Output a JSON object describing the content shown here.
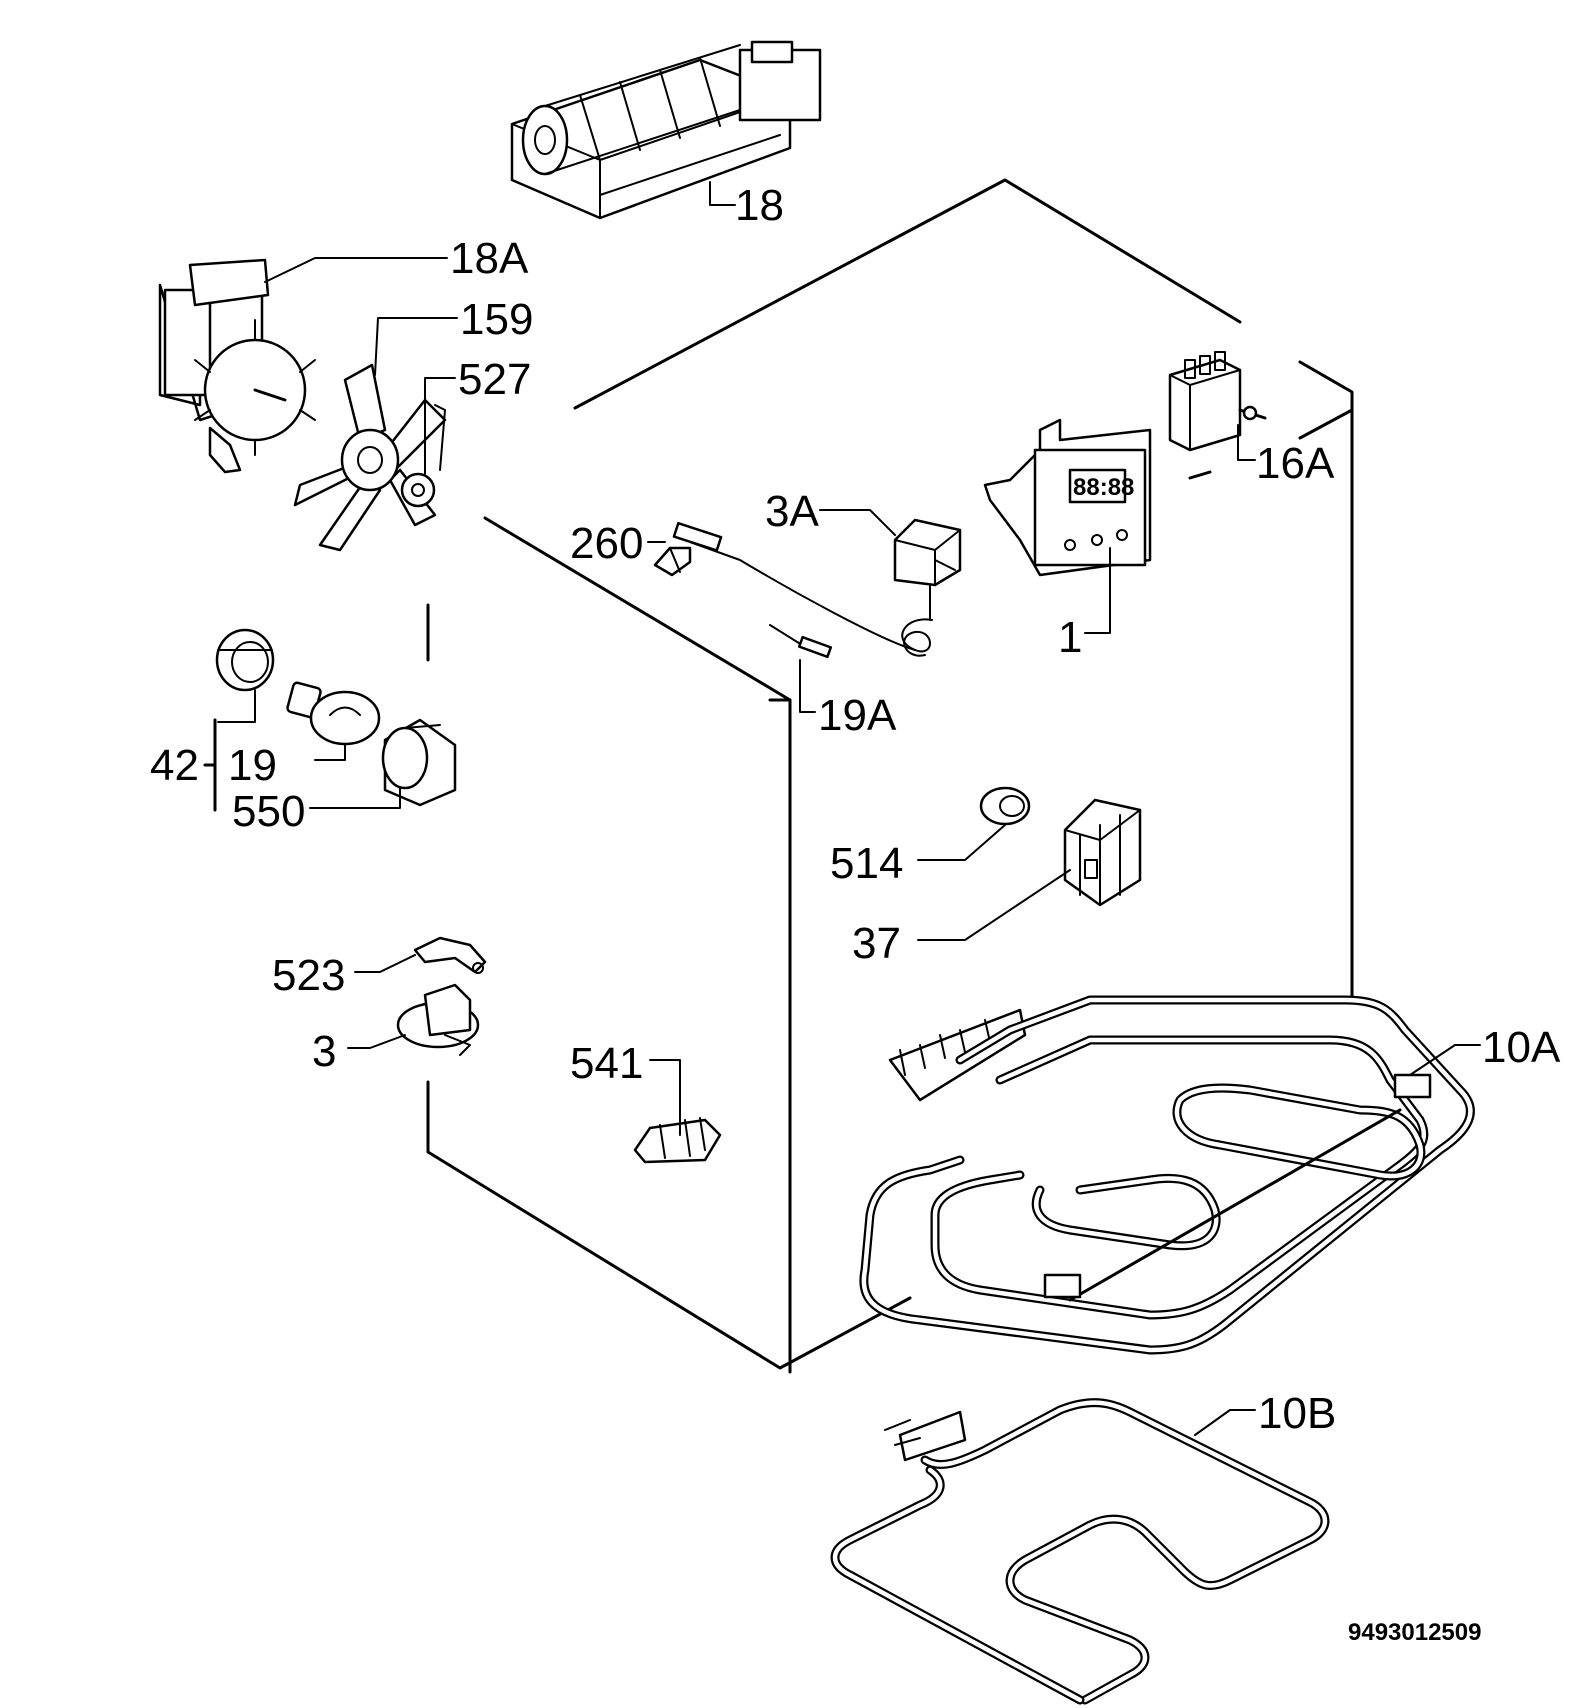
{
  "labels": {
    "l18": "18",
    "l18a": "18A",
    "l159": "159",
    "l527": "527",
    "l16a": "16A",
    "l3a": "3A",
    "l260": "260",
    "l1": "1",
    "l19a": "19A",
    "l42": "42",
    "l19": "19",
    "l550": "550",
    "l514": "514",
    "l37": "37",
    "l523": "523",
    "l3": "3",
    "l541": "541",
    "l10a": "10A",
    "l10b": "10B"
  },
  "doc_code": "9493012509"
}
